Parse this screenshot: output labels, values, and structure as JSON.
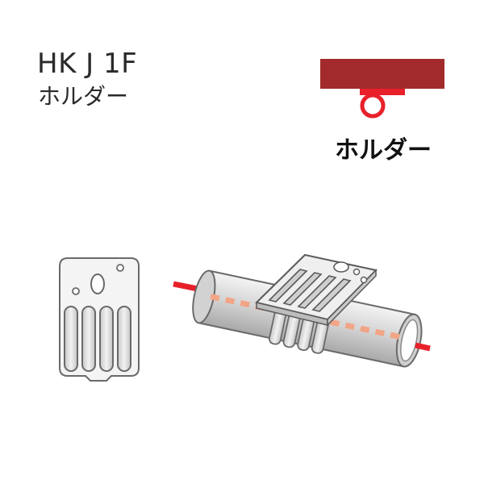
{
  "product": {
    "model": "HK J 1F",
    "name_ja": "ホルダー"
  },
  "legend": {
    "label": "ホルダー",
    "colors": {
      "rail": "#a32a2c",
      "holder": "#e8202a",
      "ring_fill": "#ffffff",
      "ring_stroke": "#e8202a"
    }
  },
  "illustration": {
    "icons": [
      "holder-plate-front-view",
      "holder-on-pipe-view"
    ],
    "colors": {
      "wire": "#e8202a",
      "wire_hidden": "#f2a586",
      "metal": "#d8d8d8",
      "outline": "#555555"
    }
  }
}
